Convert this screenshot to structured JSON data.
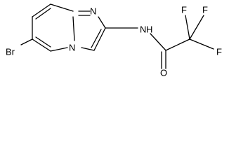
{
  "structure": {
    "atoms": {
      "br": "Br",
      "n_imidazole": "N",
      "n_bridgehead": "N",
      "nh": "N",
      "h": "H",
      "o": "O",
      "f_top_left": "F",
      "f_top_right": "F",
      "f_right": "F"
    },
    "colors": {
      "bond": "#000000",
      "label": "#000000",
      "background": "#ffffff"
    }
  }
}
